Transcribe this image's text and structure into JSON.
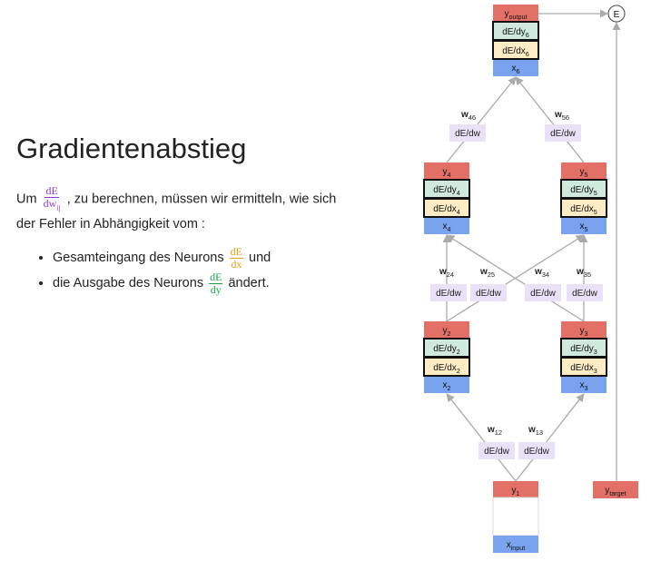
{
  "text": {
    "title": "Gradientenabstieg",
    "para_um": "Um",
    "para_rest1": ", zu berechnen, müssen wir ermitteln, wie sich",
    "para_rest2": "der Fehler in Abhängigkeit vom :",
    "frac1_num": "dE",
    "frac1_den": "dw",
    "frac1_den_sub": "ij",
    "b1_pre": "Gesamteingang des Neurons",
    "b1_post": "und",
    "frac2_num": "dE",
    "frac2_den": "dx",
    "b2_pre": "die Ausgabe des Neurons",
    "b2_post": "ändert.",
    "frac3_num": "dE",
    "frac3_den": "dy"
  },
  "diagram": {
    "colors": {
      "y": "#e27067",
      "dy": "#cfe9dd",
      "dx": "#fdecc4",
      "x": "#79a3ee",
      "dw": "#e9e1f7",
      "arrow": "#aaaaaa"
    },
    "y_label": "y",
    "x_label": "x",
    "dy_label": "dE/dy",
    "dx_label": "dE/dx",
    "dw_label": "dE/dw",
    "w_label": "w",
    "e_label": "E",
    "neurons": [
      {
        "id": "6",
        "sub": "6",
        "ysub": "output",
        "xsub": "6"
      },
      {
        "id": "4",
        "sub": "4",
        "ysub": "4",
        "xsub": "4"
      },
      {
        "id": "5",
        "sub": "5",
        "ysub": "5",
        "xsub": "5"
      },
      {
        "id": "2",
        "sub": "2",
        "ysub": "2",
        "xsub": "2"
      },
      {
        "id": "3",
        "sub": "3",
        "ysub": "3",
        "xsub": "3"
      }
    ],
    "input": {
      "ysub": "1",
      "xsub": "input"
    },
    "target": {
      "ysub": "target"
    },
    "weights": [
      "46",
      "56",
      "24",
      "25",
      "34",
      "35",
      "12",
      "13"
    ]
  }
}
